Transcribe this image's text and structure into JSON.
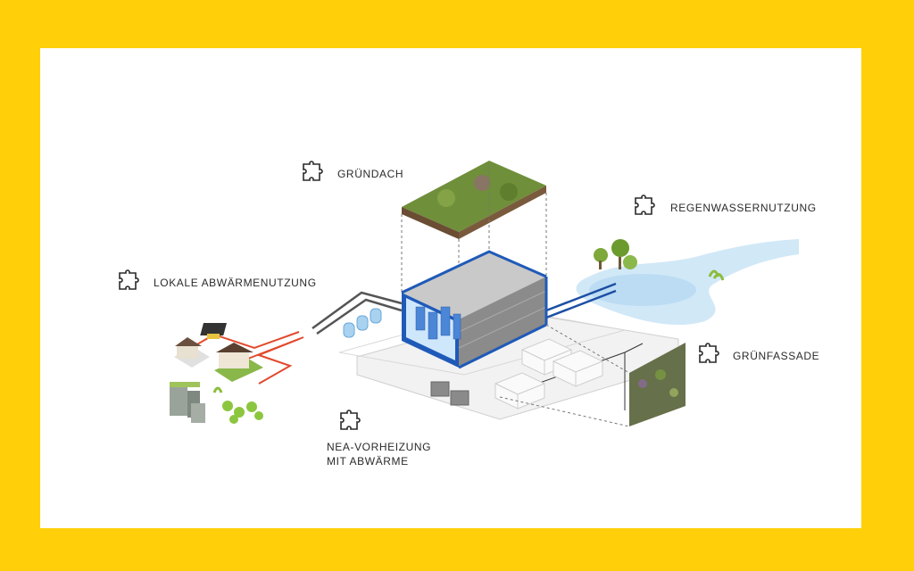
{
  "colors": {
    "frame": "#FFD00A",
    "panel": "#FFFFFF",
    "accent_blue": "#1F5AB8",
    "pipe_red": "#E24A2D",
    "water": "#BFE0F5",
    "greenery": "#6B8F3A",
    "text": "#2A2A2A"
  },
  "icons": {
    "feature": "puzzle-piece-icon"
  },
  "labels": {
    "gruendach": "GRÜNDACH",
    "regenwasser": "REGENWASSERNUTZUNG",
    "abwaerme": "LOKALE ABWÄRMENUTZUNG",
    "gruenfassade": "GRÜNFASSADE",
    "nea_line1": "NEA-VORHEIZUNG",
    "nea_line2": "MIT ABWÄRME"
  }
}
